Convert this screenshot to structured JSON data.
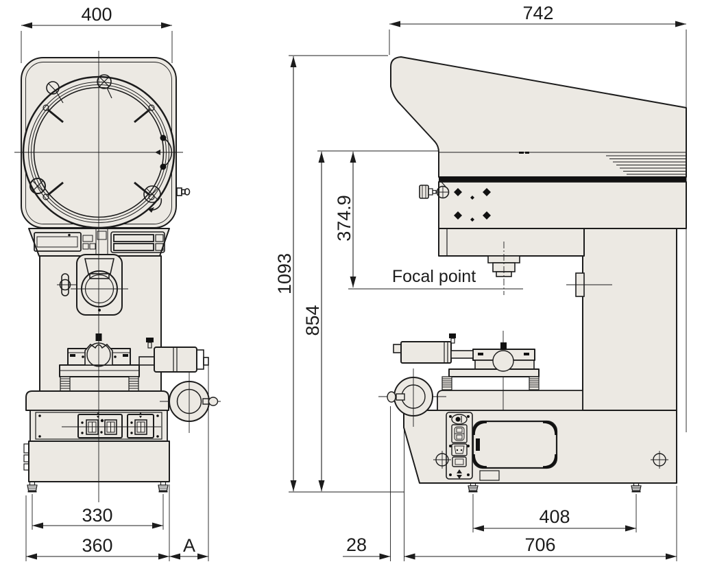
{
  "drawing": {
    "type": "technical dimensional drawing, profile projector front and side views",
    "dimensions": {
      "front_width": "400",
      "feet_span_front": "330",
      "base_width_front": "360",
      "overhang": "A",
      "depth_top": "742",
      "overall_height": "1093",
      "screen_center_height": "854",
      "focal_distance": "374.9",
      "rear_gap": "28",
      "feet_span_side": "408",
      "base_depth_side": "706"
    },
    "annotations": {
      "focal_point": "Focal point"
    },
    "colors": {
      "line": "#1c1c1c",
      "body_fill": "#ECE9E3",
      "accent_bar": "#111111",
      "background": "#ffffff"
    }
  }
}
